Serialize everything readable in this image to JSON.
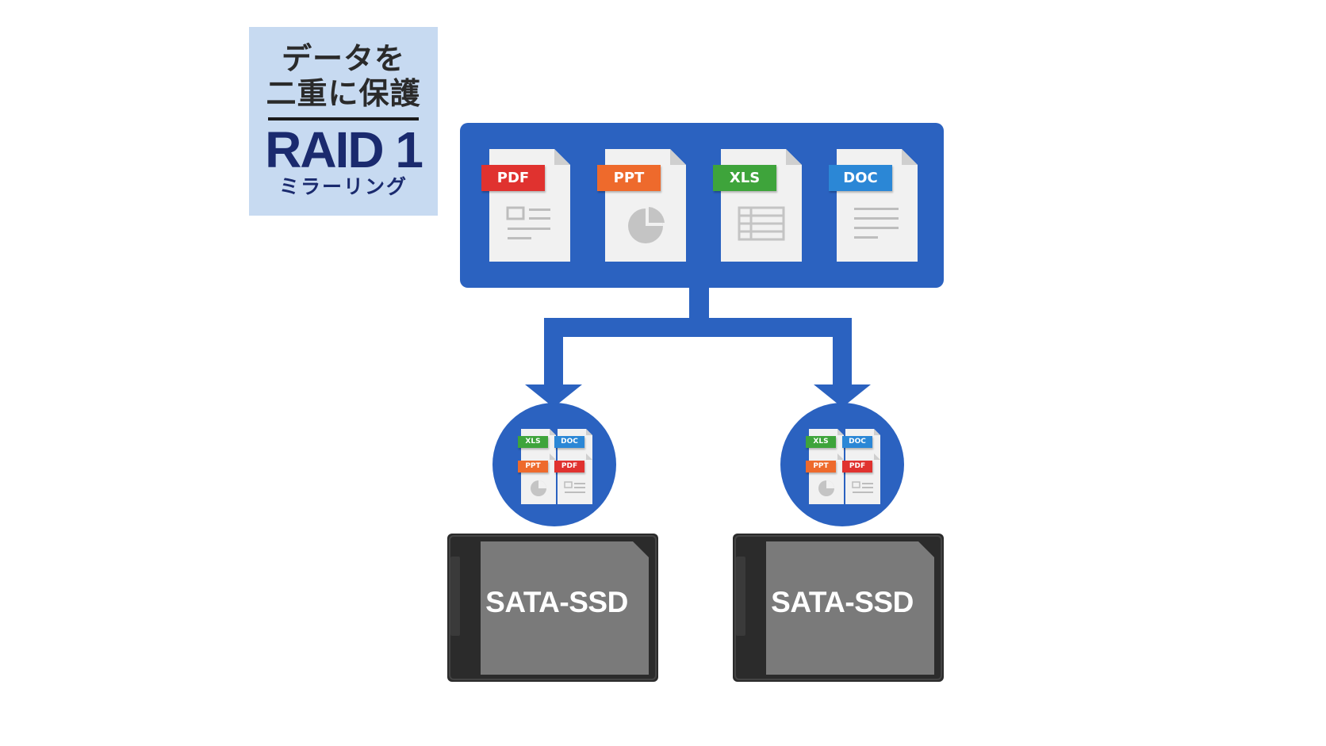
{
  "title_box": {
    "line1": "データを",
    "line2": "二重に保護",
    "raid": "RAID 1",
    "mirroring": "ミラーリング"
  },
  "files": [
    {
      "tag": "PDF",
      "color": "#e0322f",
      "icon": "form-lines-icon"
    },
    {
      "tag": "PPT",
      "color": "#ee6a2c",
      "icon": "pie-chart-icon"
    },
    {
      "tag": "XLS",
      "color": "#3ea43b",
      "icon": "table-grid-icon"
    },
    {
      "tag": "DOC",
      "color": "#2b87d6",
      "icon": "text-lines-icon"
    }
  ],
  "drives": [
    {
      "label": "SATA-SSD",
      "files": [
        "XLS",
        "DOC",
        "PPT",
        "PDF"
      ]
    },
    {
      "label": "SATA-SSD",
      "files": [
        "XLS",
        "DOC",
        "PPT",
        "PDF"
      ]
    }
  ],
  "colors": {
    "accent_blue": "#2b62c0",
    "title_bg": "#c7daf1",
    "title_navy": "#1a2a6e",
    "ssd_body": "#2b2b2b",
    "ssd_label_bg": "#7a7a7a"
  }
}
